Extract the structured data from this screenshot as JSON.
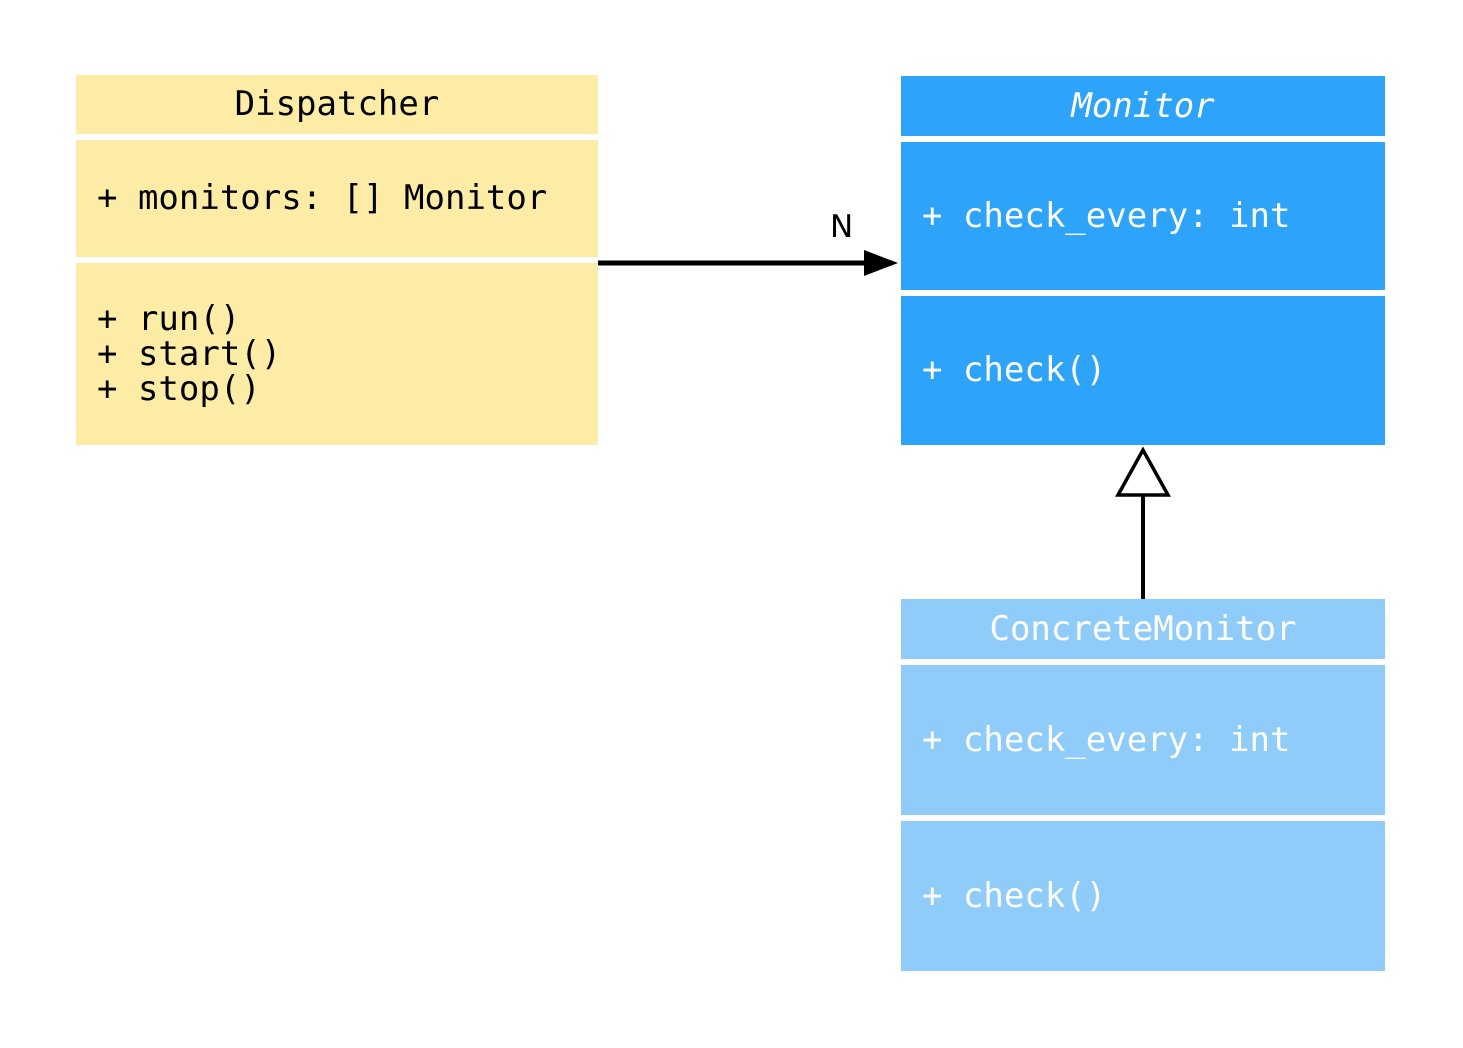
{
  "canvas": {
    "background": "#ffffff",
    "line_color": "#000000"
  },
  "classes": [
    {
      "name": "Dispatcher",
      "abstract": false,
      "fill": "#FDECA6",
      "text_color": "#000000",
      "attributes": [
        "+ monitors: [] Monitor"
      ],
      "methods": [
        "+ run()",
        "+ start()",
        "+ stop()"
      ]
    },
    {
      "name": "Monitor",
      "abstract": true,
      "fill": "#2EA3FA",
      "text_color": "#FFFFFF",
      "attributes": [
        "+ check_every: int"
      ],
      "methods": [
        "+ check()"
      ]
    },
    {
      "name": "ConcreteMonitor",
      "abstract": false,
      "fill": "#90CCF9",
      "text_color": "#FFFFFF",
      "attributes": [
        "+ check_every: int"
      ],
      "methods": [
        "+ check()"
      ]
    }
  ],
  "relations": [
    {
      "type": "association",
      "from": "Dispatcher",
      "to": "Monitor",
      "label": "N",
      "arrow_style": "filled-head",
      "color": "#000000"
    },
    {
      "type": "inheritance",
      "from": "ConcreteMonitor",
      "to": "Monitor",
      "label": "",
      "arrow_style": "hollow-triangle",
      "color": "#000000"
    }
  ]
}
